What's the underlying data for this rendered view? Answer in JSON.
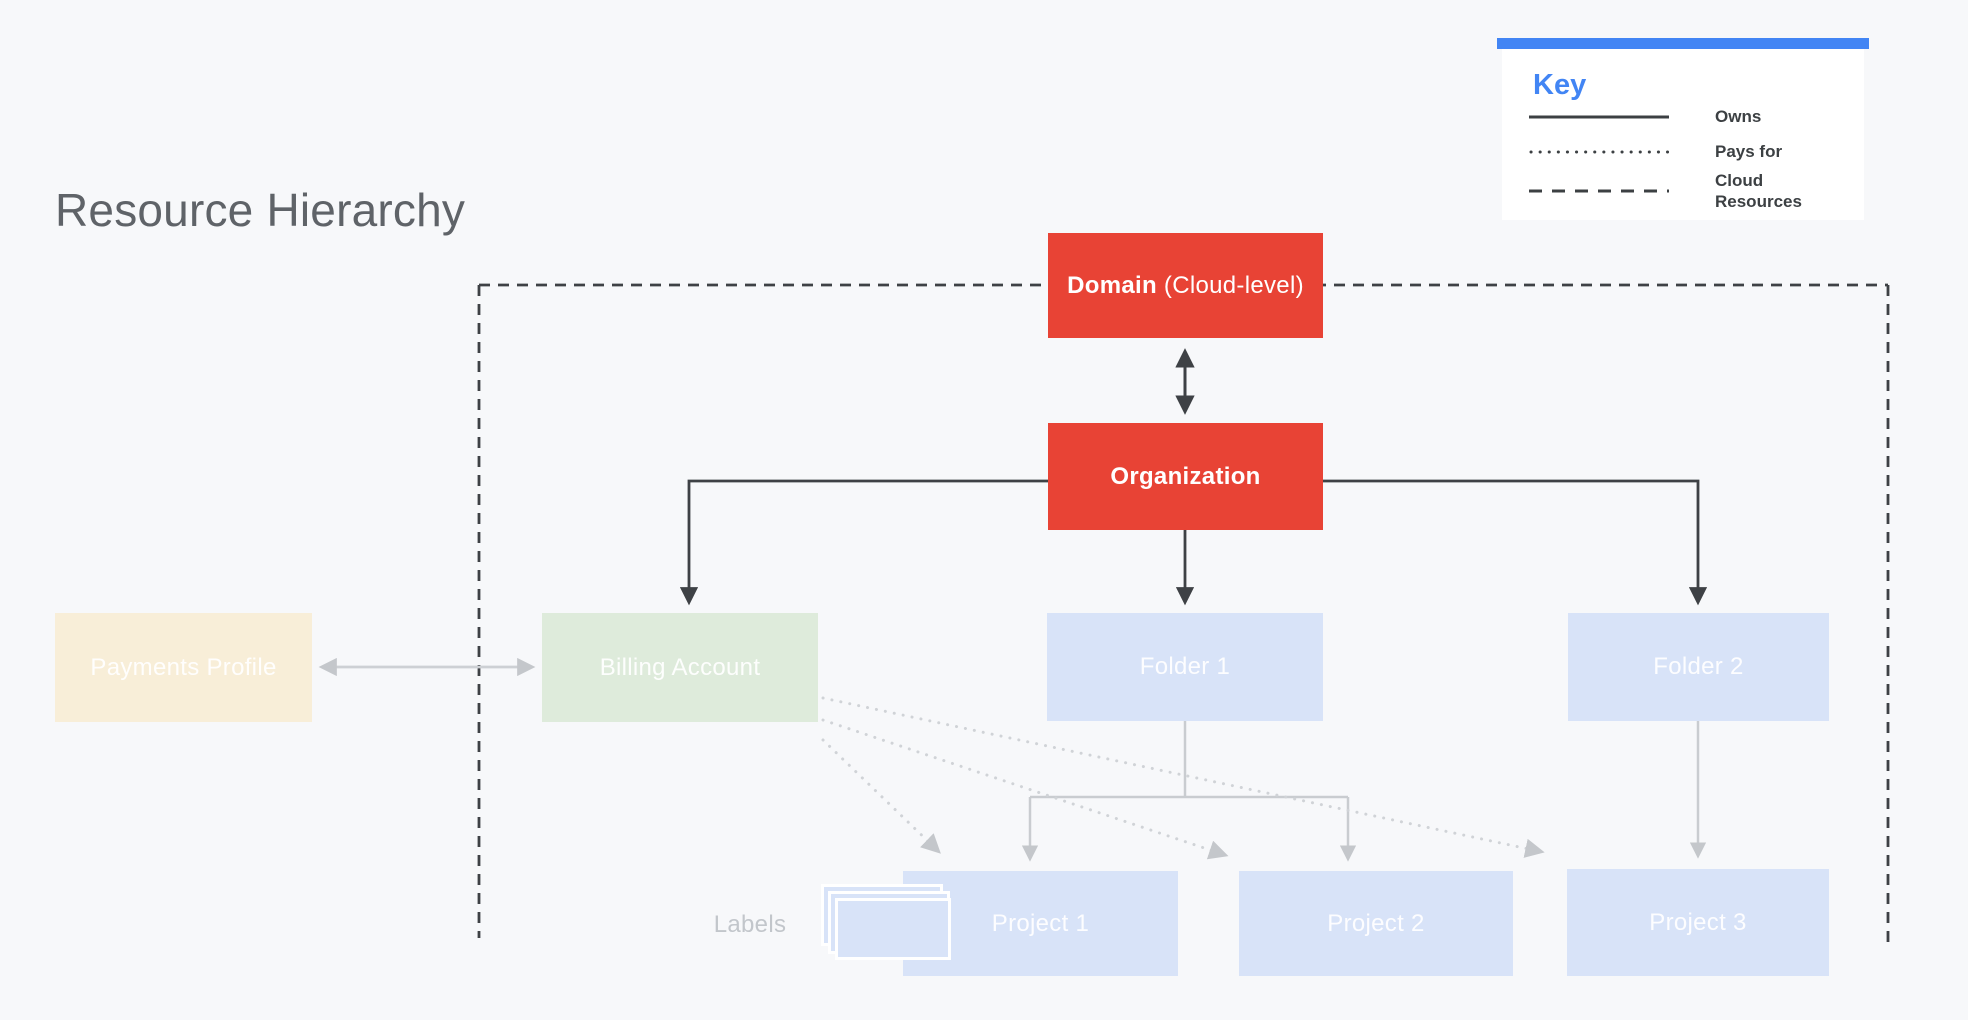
{
  "title": "Resource Hierarchy",
  "key": {
    "heading": "Key",
    "items": [
      {
        "label": "Owns",
        "line_style": "solid"
      },
      {
        "label": "Pays for",
        "line_style": "dotted"
      },
      {
        "label": "Cloud Resources",
        "line_style": "dashed"
      }
    ]
  },
  "nodes": {
    "domain": {
      "bold": "Domain",
      "rest": "(Cloud-level)"
    },
    "organization": {
      "label": "Organization"
    },
    "payments_profile": {
      "label": "Payments Profile"
    },
    "billing_account": {
      "label": "Billing Account"
    },
    "folder_1": {
      "label": "Folder 1"
    },
    "folder_2": {
      "label": "Folder 2"
    },
    "project_1": {
      "label": "Project 1"
    },
    "project_2": {
      "label": "Project 2"
    },
    "project_3": {
      "label": "Project 3"
    }
  },
  "labels_caption": "Labels",
  "edges": [
    {
      "from": "Domain",
      "to": "Organization",
      "type": "owns",
      "bidirectional": true
    },
    {
      "from": "Organization",
      "to": "Billing Account",
      "type": "owns"
    },
    {
      "from": "Organization",
      "to": "Folder 1",
      "type": "owns"
    },
    {
      "from": "Organization",
      "to": "Folder 2",
      "type": "owns"
    },
    {
      "from": "Payments Profile",
      "to": "Billing Account",
      "type": "link",
      "bidirectional": true
    },
    {
      "from": "Folder 1",
      "to": "Project 1",
      "type": "contains"
    },
    {
      "from": "Folder 1",
      "to": "Project 2",
      "type": "contains"
    },
    {
      "from": "Folder 2",
      "to": "Project 3",
      "type": "contains"
    },
    {
      "from": "Billing Account",
      "to": "Project 1",
      "type": "pays_for"
    },
    {
      "from": "Billing Account",
      "to": "Project 2",
      "type": "pays_for"
    },
    {
      "from": "Billing Account",
      "to": "Project 3",
      "type": "pays_for"
    }
  ],
  "colors": {
    "background": "#F7F8FA",
    "red_node": "#E84335",
    "blue_node": "#D8E3F8",
    "green_node": "#DEEBDB",
    "cream_node": "#F8EED8",
    "accent_blue": "#4285F4",
    "dark_line": "#3E4145",
    "gray_line": "#C9CCD0",
    "title_gray": "#5F6368"
  }
}
